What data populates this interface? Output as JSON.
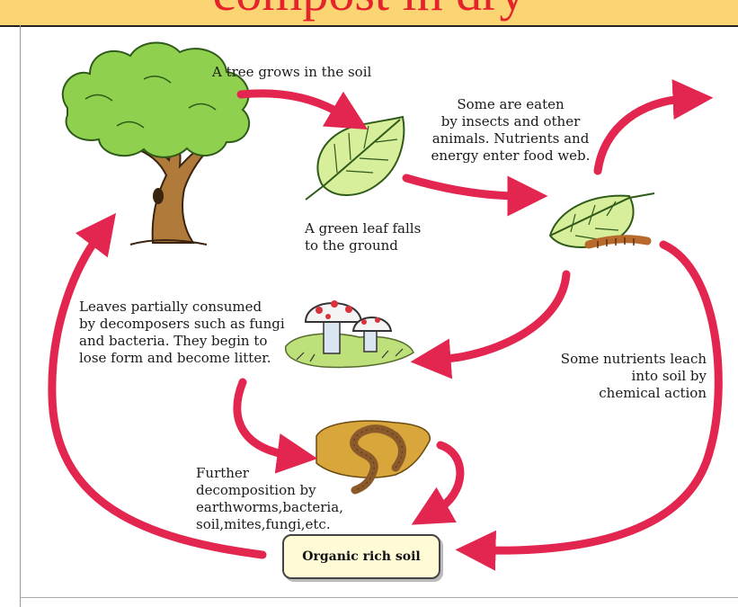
{
  "header": {
    "title": "compost in dry",
    "background": "#fbd474",
    "title_color": "#e5232a"
  },
  "arrow_color": "#e3264f",
  "labels": {
    "tree": "A tree grows in the soil",
    "leaf_fall": [
      "A green leaf falls",
      "to the ground"
    ],
    "eaten": [
      "Some are eaten",
      "by insects and other",
      "animals. Nutrients and",
      "energy enter food web."
    ],
    "decomposers": [
      "Leaves partially consumed",
      "by decomposers such as fungi",
      "and bacteria. They begin to",
      "lose form and become litter."
    ],
    "leach": [
      "Some nutrients leach",
      "into soil by",
      "chemical action"
    ],
    "further": [
      "Further",
      "decomposition by",
      "earthworms,bacteria,",
      "soil,mites,fungi,etc."
    ],
    "soil": "Organic rich soil"
  }
}
